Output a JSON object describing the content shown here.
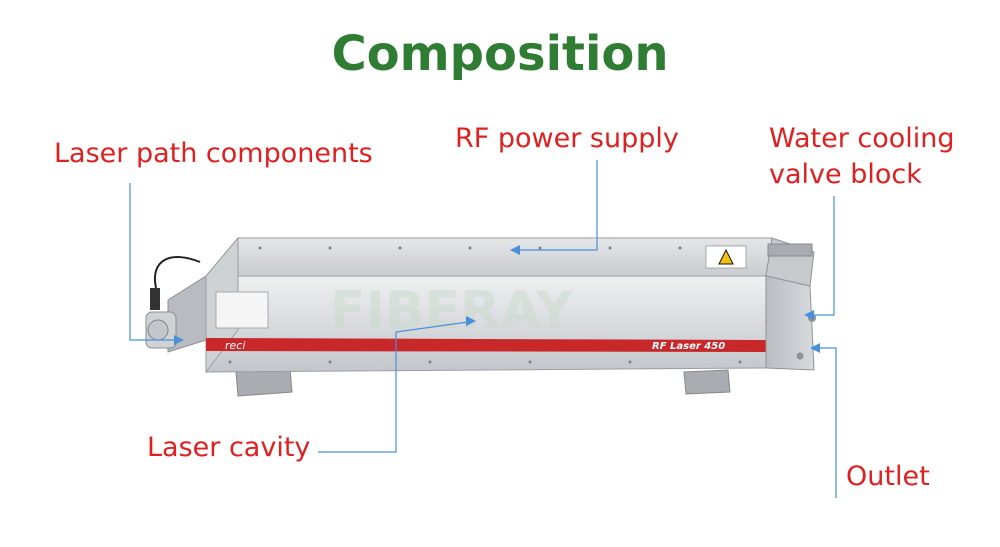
{
  "title": "Composition",
  "labels": {
    "laser_path": "Laser path components",
    "rf_power": "RF power supply",
    "water_cooling_line1": "Water cooling",
    "water_cooling_line2": "valve block",
    "laser_cavity": "Laser cavity",
    "outlet": "Outlet"
  },
  "device": {
    "brand": "reci",
    "model": "RF Laser 450",
    "watermark": "FIBERAY"
  },
  "colors": {
    "title": "#2e7d32",
    "label": "#e02020",
    "leader": "#4a90d9",
    "stripe": "#c8282a"
  }
}
